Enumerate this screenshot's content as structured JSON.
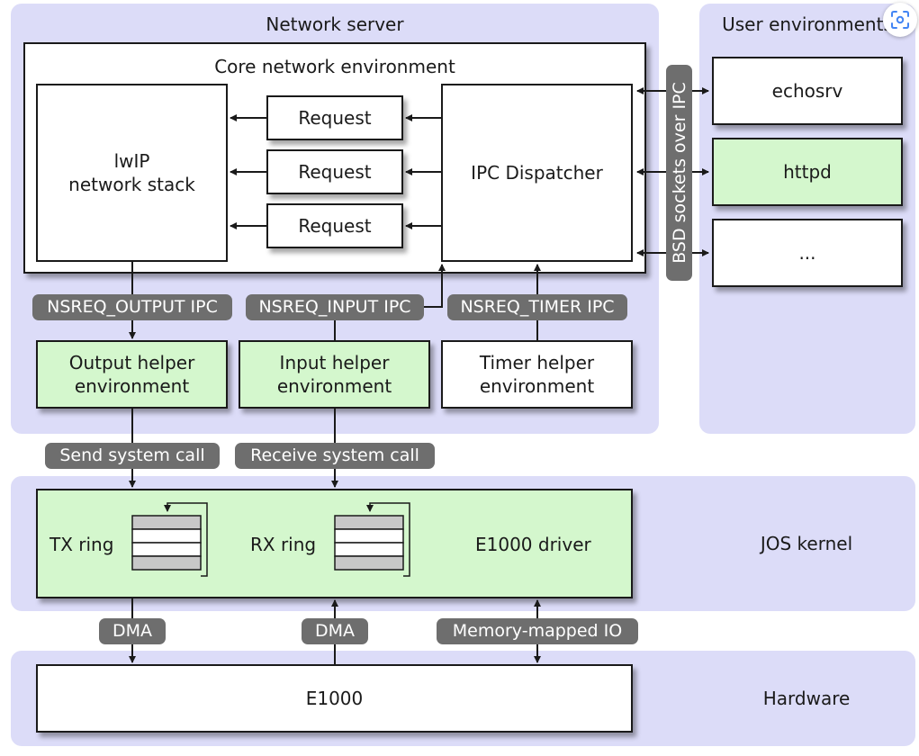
{
  "regions": {
    "network_server": "Network server",
    "user_environments": "User environments",
    "jos_kernel": "JOS kernel",
    "hardware": "Hardware"
  },
  "core": {
    "title": "Core network environment",
    "lwip_line1": "lwIP",
    "lwip_line2": "network stack",
    "requests": [
      "Request",
      "Request",
      "Request"
    ],
    "dispatcher": "IPC Dispatcher"
  },
  "ipc_labels": {
    "output": "NSREQ_OUTPUT IPC",
    "input": "NSREQ_INPUT IPC",
    "timer": "NSREQ_TIMER IPC",
    "bsd": "BSD sockets over IPC"
  },
  "user_envs": [
    "echosrv",
    "httpd",
    "..."
  ],
  "helpers": {
    "output_line1": "Output helper",
    "output_line2": "environment",
    "input_line1": "Input helper",
    "input_line2": "environment",
    "timer_line1": "Timer helper",
    "timer_line2": "environment"
  },
  "syscalls": {
    "send": "Send system call",
    "receive": "Receive system call"
  },
  "driver": {
    "tx_ring": "TX ring",
    "rx_ring": "RX ring",
    "driver_label": "E1000 driver"
  },
  "bus": {
    "dma_tx": "DMA",
    "dma_rx": "DMA",
    "mmio": "Memory-mapped IO"
  },
  "hardware": {
    "device": "E1000"
  },
  "colors": {
    "region_bg": "#dcdcf8",
    "helper_green": "#d4f7cd",
    "label_pill": "#6e6e6e",
    "ring_gray": "#c8c8c8"
  },
  "icons": {
    "top_right": "lens-icon"
  }
}
